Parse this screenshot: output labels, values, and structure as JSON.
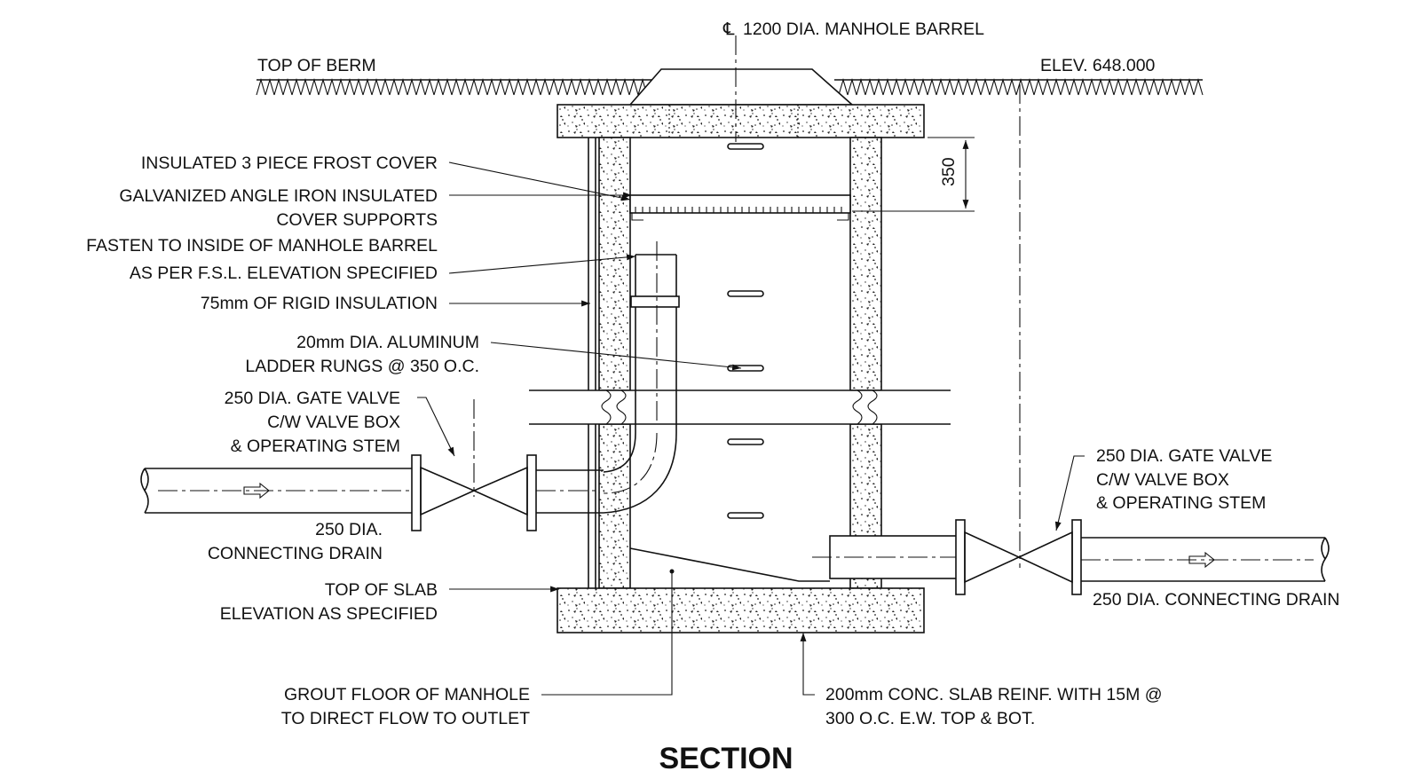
{
  "drawing": {
    "centerline_label": "1200 DIA. MANHOLE BARREL",
    "centerline_symbol": "℄",
    "top_of_berm": "TOP OF BERM",
    "elevation": "ELEV. 648.000",
    "dimension_350": "350",
    "title": "SECTION"
  },
  "callouts": {
    "frost_cover": "INSULATED 3 PIECE FROST COVER",
    "angle_iron_1": "GALVANIZED ANGLE IRON INSULATED",
    "angle_iron_2": "COVER SUPPORTS",
    "fasten_1": "FASTEN TO INSIDE OF MANHOLE BARREL",
    "fasten_2": "AS PER F.S.L. ELEVATION SPECIFIED",
    "rigid_insulation": "75mm OF RIGID INSULATION",
    "ladder_1": "20mm DIA. ALUMINUM",
    "ladder_2": "LADDER RUNGS @ 350 O.C.",
    "gate_valve_left_1": "250 DIA. GATE VALVE",
    "gate_valve_left_2": "C/W VALVE BOX",
    "gate_valve_left_3": "& OPERATING STEM",
    "drain_left_1": "250 DIA.",
    "drain_left_2": "CONNECTING DRAIN",
    "top_of_slab_1": "TOP OF SLAB",
    "top_of_slab_2": "ELEVATION AS SPECIFIED",
    "grout_1": "GROUT FLOOR OF MANHOLE",
    "grout_2": "TO DIRECT FLOW TO OUTLET",
    "slab_1": "200mm CONC. SLAB REINF. WITH 15M @",
    "slab_2": "300 O.C. E.W. TOP & BOT.",
    "gate_valve_right_1": "250 DIA. GATE VALVE",
    "gate_valve_right_2": "C/W VALVE BOX",
    "gate_valve_right_3": "& OPERATING STEM",
    "drain_right": "250 DIA. CONNECTING DRAIN"
  }
}
